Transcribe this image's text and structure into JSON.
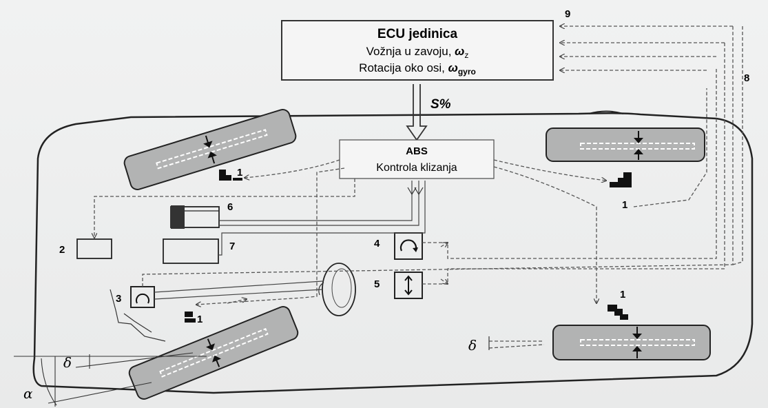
{
  "ecu": {
    "title": "ECU jedinica",
    "line1": "Vožnja u zavoju, ",
    "omega_z_sym": "ω",
    "omega_z_sub": "z",
    "line2": "Rotacija oko osi, ",
    "omega_gyro_sym": "ω",
    "omega_gyro_sub": "gyro"
  },
  "signal": {
    "label": "S%"
  },
  "abs": {
    "title": "ABS",
    "subtitle": "Kontrola klizanja"
  },
  "labels": {
    "n1_fl": "1",
    "n1_fr": "1",
    "n1_rr": "1",
    "n1_rl": "1",
    "n2": "2",
    "n3": "3",
    "n4": "4",
    "n5": "5",
    "n6": "6",
    "n7": "7",
    "n8": "8",
    "n9": "9",
    "delta_rear": "δ",
    "delta_front": "δ",
    "alpha": "α"
  },
  "colors": {
    "wheel": "#b2b3b3",
    "line": "#333333",
    "background": "#eeefef"
  }
}
